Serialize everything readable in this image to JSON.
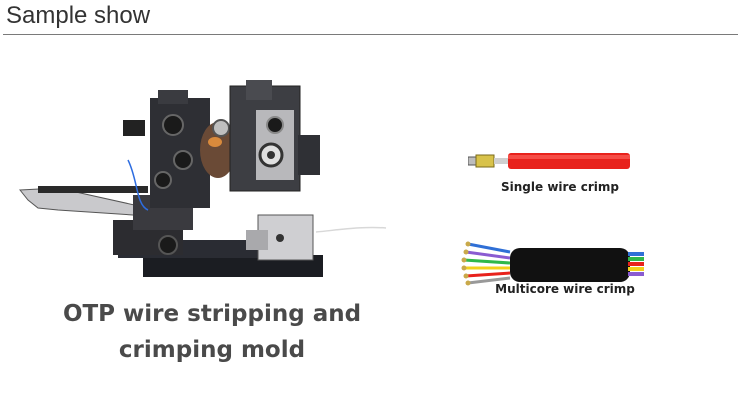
{
  "header": {
    "title": "Sample show"
  },
  "machine": {
    "caption_line1": "OTP wire stripping and",
    "caption_line2": "crimping mold"
  },
  "samples": {
    "single": {
      "label": "Single wire crimp",
      "jacket_color": "#e8221c"
    },
    "multicore": {
      "label": "Multicore wire crimp",
      "jacket_color": "#111111",
      "core_colors": [
        "#2f6fd6",
        "#2fb84a",
        "#e8221c",
        "#f2d21b",
        "#8a5bd1",
        "#ffffff"
      ]
    }
  },
  "colors": {
    "rule": "#7a7a7a",
    "text": "#333333"
  }
}
